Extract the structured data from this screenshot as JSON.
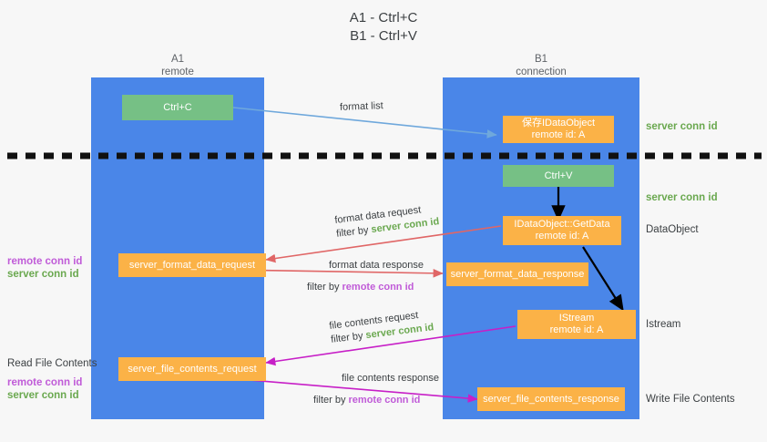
{
  "title": {
    "line1": "A1 - Ctrl+C",
    "line2": "B1 - Ctrl+V"
  },
  "columns": [
    {
      "name": "A1",
      "sub": "remote"
    },
    {
      "name": "B1",
      "sub": "connection"
    }
  ],
  "nodes": {
    "ctrl_c": "Ctrl+C",
    "save_idataobject_l1": "保存IDataObject",
    "save_idataobject_l2": "remote id: A",
    "ctrl_v": "Ctrl+V",
    "getdata_l1": "IDataObject::GetData",
    "getdata_l2": "remote id: A",
    "server_format_data_request": "server_format_data_request",
    "server_format_data_response": "server_format_data_response",
    "istream_l1": "IStream",
    "istream_l2": "remote id: A",
    "server_file_contents_request": "server_file_contents_request",
    "server_file_contents_response": "server_file_contents_response"
  },
  "edges": {
    "format_list": "format list",
    "format_data_request": "format data request",
    "format_data_request_filter_prefix": "filter by ",
    "format_data_request_filter_value": "server conn id",
    "format_data_response": "format data response",
    "format_data_response_filter_prefix": "filter by ",
    "format_data_response_filter_value": "remote conn id",
    "file_contents_request": "file contents request",
    "file_contents_request_filter_prefix": "filter by ",
    "file_contents_request_filter_value": "server conn id",
    "file_contents_response": "file contents response",
    "file_contents_response_filter_prefix": "filter by ",
    "file_contents_response_filter_value": "remote conn id"
  },
  "right_labels": {
    "server_conn_id_top": "server conn id",
    "server_conn_id_mid": "server conn id",
    "dataobject": "DataObject",
    "istream": "Istream",
    "write_file_contents": "Write File Contents"
  },
  "left_labels": {
    "remote_conn_id_mid": "remote conn id",
    "server_conn_id_mid": "server conn id",
    "read_file_contents": "Read File Contents",
    "remote_conn_id_low": "remote conn id",
    "server_conn_id_low": "server conn id"
  },
  "colors": {
    "lane": "#4a86e8",
    "green_node": "#76c085",
    "orange_node": "#fbb247",
    "green_text": "#6aa84f",
    "purple_text": "#c05bd8",
    "blue_arrow": "#6fa8dc",
    "red_arrow": "#e06666",
    "magenta_arrow": "#c71fc7",
    "black_arrow": "#000000",
    "background": "#f7f7f7"
  }
}
